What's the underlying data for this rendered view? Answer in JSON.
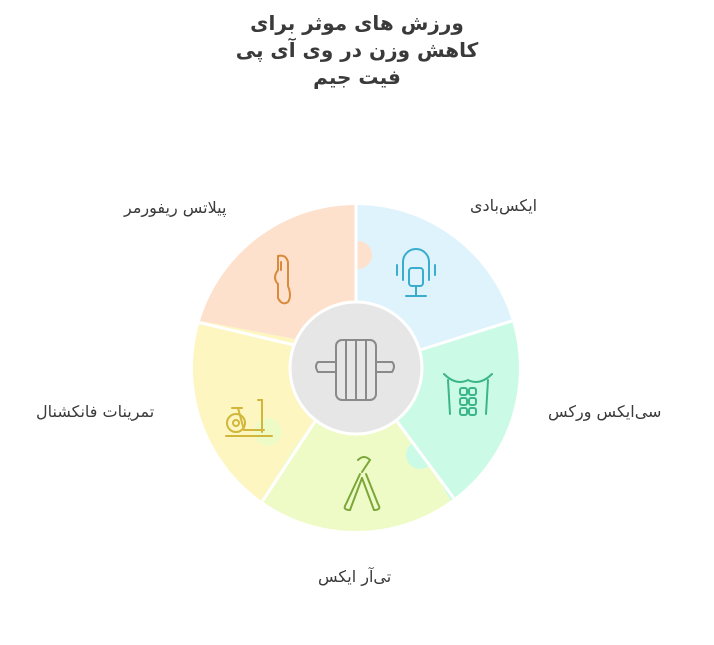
{
  "title": {
    "line1": "ورزش های موثر برای",
    "line2": "کاهش وزن در وی آی پی",
    "line3": "فیت جیم"
  },
  "segments": [
    {
      "label": "ایکس‌بادی",
      "color": "#dff3fc",
      "icon": "cable-machine-icon",
      "icon_color": "#3aaccc"
    },
    {
      "label": "سی‌ایکس ورکس",
      "color": "#cbfbe7",
      "icon": "torso-muscles-icon",
      "icon_color": "#3cb58a"
    },
    {
      "label": "تی‌آر ایکس",
      "color": "#eefbc6",
      "icon": "hand-gripper-icon",
      "icon_color": "#7aa63a"
    },
    {
      "label": "تمرینات فانکشنال",
      "color": "#fdf6c0",
      "icon": "exercise-bike-icon",
      "icon_color": "#d1b63a"
    },
    {
      "label": "پیلاتس ریفورمر",
      "color": "#fde1cc",
      "icon": "reformer-icon",
      "icon_color": "#d98a3a"
    }
  ],
  "center": {
    "icon": "ab-roller-icon",
    "color": "#e6e6e6"
  }
}
